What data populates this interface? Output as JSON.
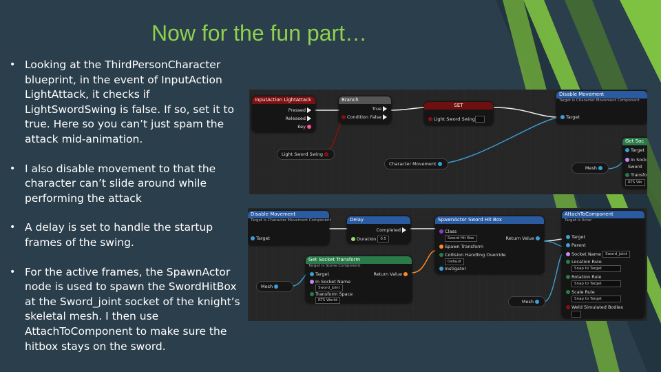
{
  "slide": {
    "title": "Now for the fun part…",
    "bullets": [
      "Looking at the ThirdPersonCharacter blueprint, in the event of InputAction LightAttack, it checks if LightSwordSwing is false. If so, set it to true. Here so you can’t just spam the attack mid-animation.",
      "I also disable movement to that the character can’t slide around while performing the attack",
      "A delay is set to handle the startup frames of the swing.",
      "For the active frames, the SpawnActor node is used to spawn the SwordHitBox at the Sword_joint socket of the knight’s skeletal mesh. I then use AttachToComponent to make sure the hitbox stays on the sword."
    ],
    "bullet_glyph": "•"
  },
  "colors": {
    "background": "#2b3e4b",
    "title": "#8fd14f",
    "stripe_green": "#7fc241",
    "stripe_dark": "#1f2f3a",
    "exec_wire": "#eeeeee",
    "bool_wire": "#8c0f0f",
    "object_wire": "#3aa0d8",
    "struct_wire": "#ff8a2a",
    "float_wire": "#8ee06a"
  },
  "screenshot_top": {
    "nodes": {
      "input_action": {
        "title": "InputAction LightAttack",
        "pins": [
          "Pressed",
          "Released",
          "Key"
        ]
      },
      "branch": {
        "title": "Branch",
        "pins_in": [
          "Condition"
        ],
        "pins_out": [
          "True",
          "False"
        ]
      },
      "set": {
        "title": "SET",
        "pin": "Light Sword Swing"
      },
      "disable_movement": {
        "title": "Disable Movement",
        "subtitle": "Target is Character Movement Component",
        "pin": "Target"
      },
      "get_socket": {
        "title": "Get Soc",
        "pins": [
          "Target",
          "In Sock",
          "Sword",
          "Transfo",
          "RTS Wo"
        ]
      },
      "get_light_sword_swing": {
        "label": "Light Sword Swing"
      },
      "character_movement": {
        "label": "Character Movement"
      },
      "mesh": {
        "label": "Mesh"
      }
    }
  },
  "screenshot_bottom": {
    "nodes": {
      "disable_movement": {
        "title": "Disable Movement",
        "subtitle": "Target is Character Movement Component",
        "pin": "Target"
      },
      "delay": {
        "title": "Delay",
        "pins": [
          "Completed",
          "Duration"
        ],
        "duration_value": "0.5"
      },
      "spawn_actor": {
        "title": "SpawnActor Sword Hit Box",
        "pins": [
          "Class",
          "Spawn Transform",
          "Collision Handling Override",
          "Instigator",
          "Return Value"
        ],
        "class_value": "Sword Hit Box",
        "collision_value": "Default"
      },
      "get_socket_transform": {
        "title": "Get Socket Transform",
        "subtitle": "Target is Scene Component",
        "pins": [
          "Target",
          "In Socket Name",
          "Transform Space",
          "Return Value"
        ],
        "socket_value": "Sword_joint",
        "space_value": "RTS World"
      },
      "attach": {
        "title": "AttachToComponent",
        "subtitle": "Target is Actor",
        "pins": [
          "Target",
          "Parent",
          "Socket Name",
          "Location Rule",
          "Rotation Rule",
          "Scale Rule",
          "Weld Simulated Bodies"
        ],
        "socket_value": "Sword_joint",
        "location_value": "Snap to Target",
        "rotation_value": "Snap to Target",
        "scale_value": "Snap to Target"
      },
      "mesh_left": {
        "label": "Mesh"
      },
      "mesh_right": {
        "label": "Mesh"
      }
    }
  }
}
